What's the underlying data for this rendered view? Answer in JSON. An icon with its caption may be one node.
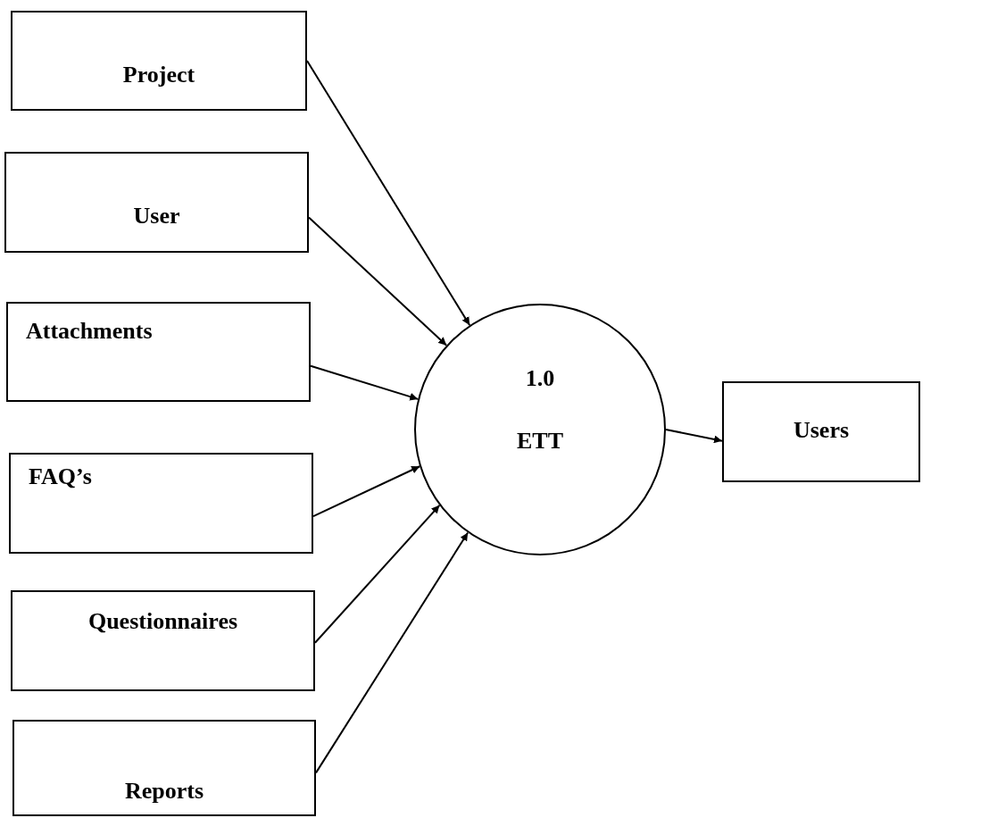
{
  "diagram": {
    "nodes": [
      {
        "text": [
          "Project"
        ]
      },
      {
        "text": [
          "User"
        ]
      },
      {
        "text": [
          "Attachments"
        ]
      },
      {
        "text": [
          "FAQ’s"
        ]
      },
      {
        "text": [
          "Questionnaires"
        ]
      },
      {
        "text": [
          "Reports"
        ]
      },
      {
        "text": [
          "1.0",
          "ETT"
        ]
      },
      {
        "text": [
          "Users"
        ]
      }
    ],
    "edges": [
      {
        "from": 0,
        "to": 6,
        "arrow": "to"
      },
      {
        "from": 1,
        "to": 6,
        "arrow": "to"
      },
      {
        "from": 2,
        "to": 6,
        "arrow": "to"
      },
      {
        "from": 3,
        "to": 6,
        "arrow": "to"
      },
      {
        "from": 4,
        "to": 6,
        "arrow": "to"
      },
      {
        "from": 5,
        "to": 6,
        "arrow": "to"
      },
      {
        "from": 6,
        "to": 7,
        "arrow": "to"
      }
    ]
  }
}
